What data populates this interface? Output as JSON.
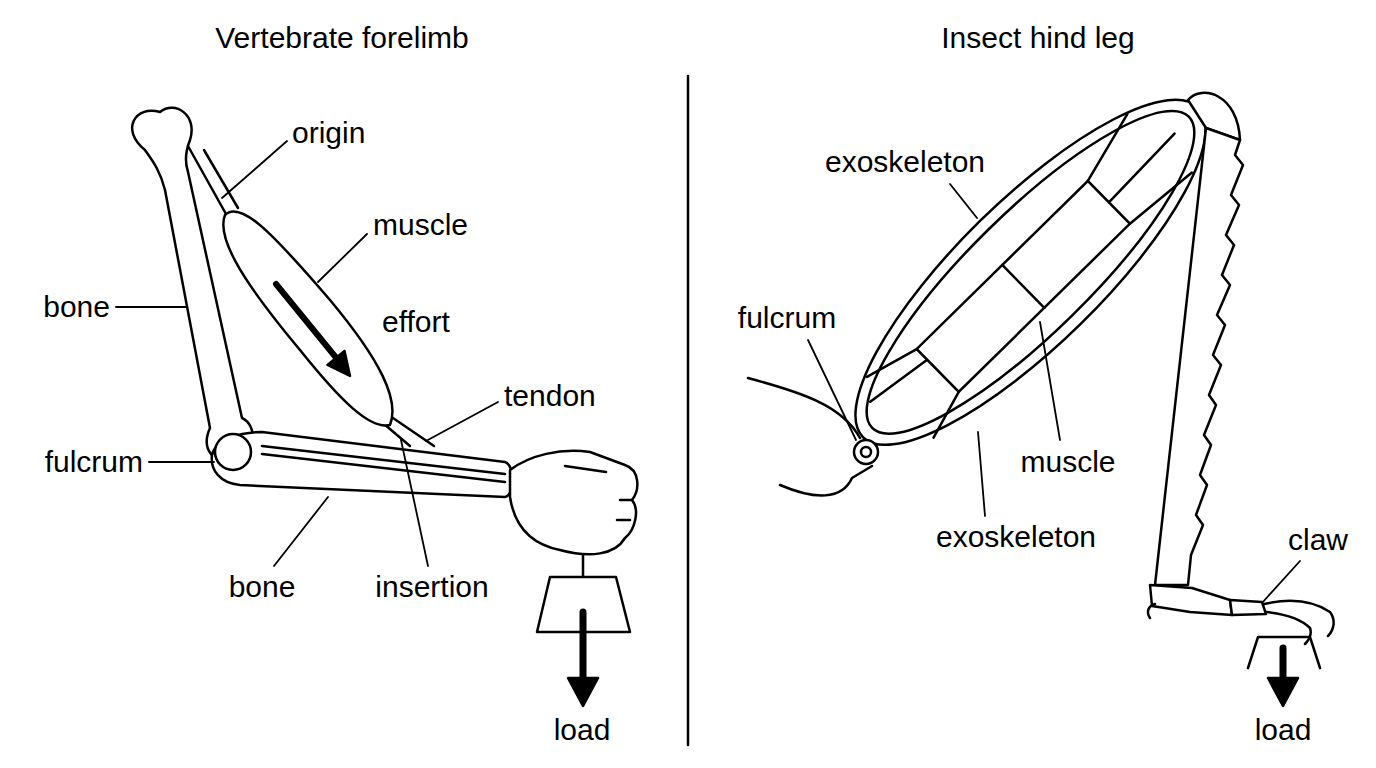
{
  "diagram": {
    "labels": [
      "Vertebrate forelimb",
      "Insect hind leg",
      "origin",
      "muscle",
      "effort",
      "tendon",
      "bone",
      "fulcrum",
      "bone",
      "insertion",
      "load",
      "exoskeleton",
      "fulcrum",
      "muscle",
      "exoskeleton",
      "claw",
      "load"
    ]
  }
}
